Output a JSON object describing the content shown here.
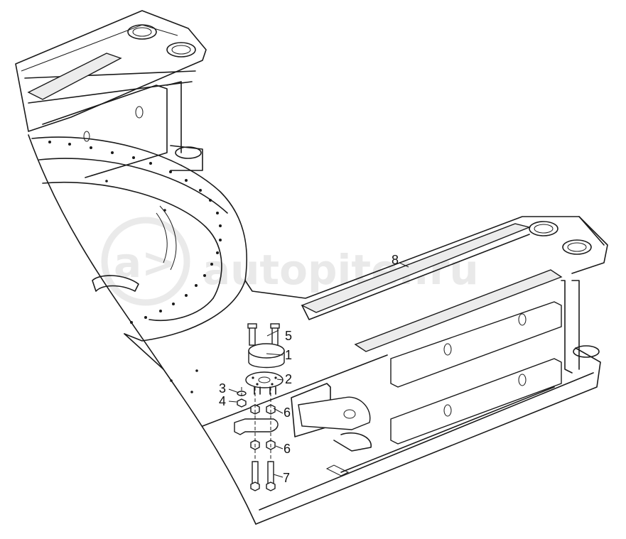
{
  "watermark": {
    "text": "autopiter.ru"
  },
  "callouts": [
    {
      "id": "c1",
      "label": "1"
    },
    {
      "id": "c2",
      "label": "2"
    },
    {
      "id": "c3",
      "label": "3"
    },
    {
      "id": "c4",
      "label": "4"
    },
    {
      "id": "c5",
      "label": "5"
    },
    {
      "id": "c6a",
      "label": "6"
    },
    {
      "id": "c6b",
      "label": "6"
    },
    {
      "id": "c7",
      "label": "7"
    },
    {
      "id": "c8",
      "label": "8"
    }
  ],
  "colors": {
    "line": "#1a1a1a",
    "watermark": "#d8d8d8",
    "background": "#ffffff"
  }
}
